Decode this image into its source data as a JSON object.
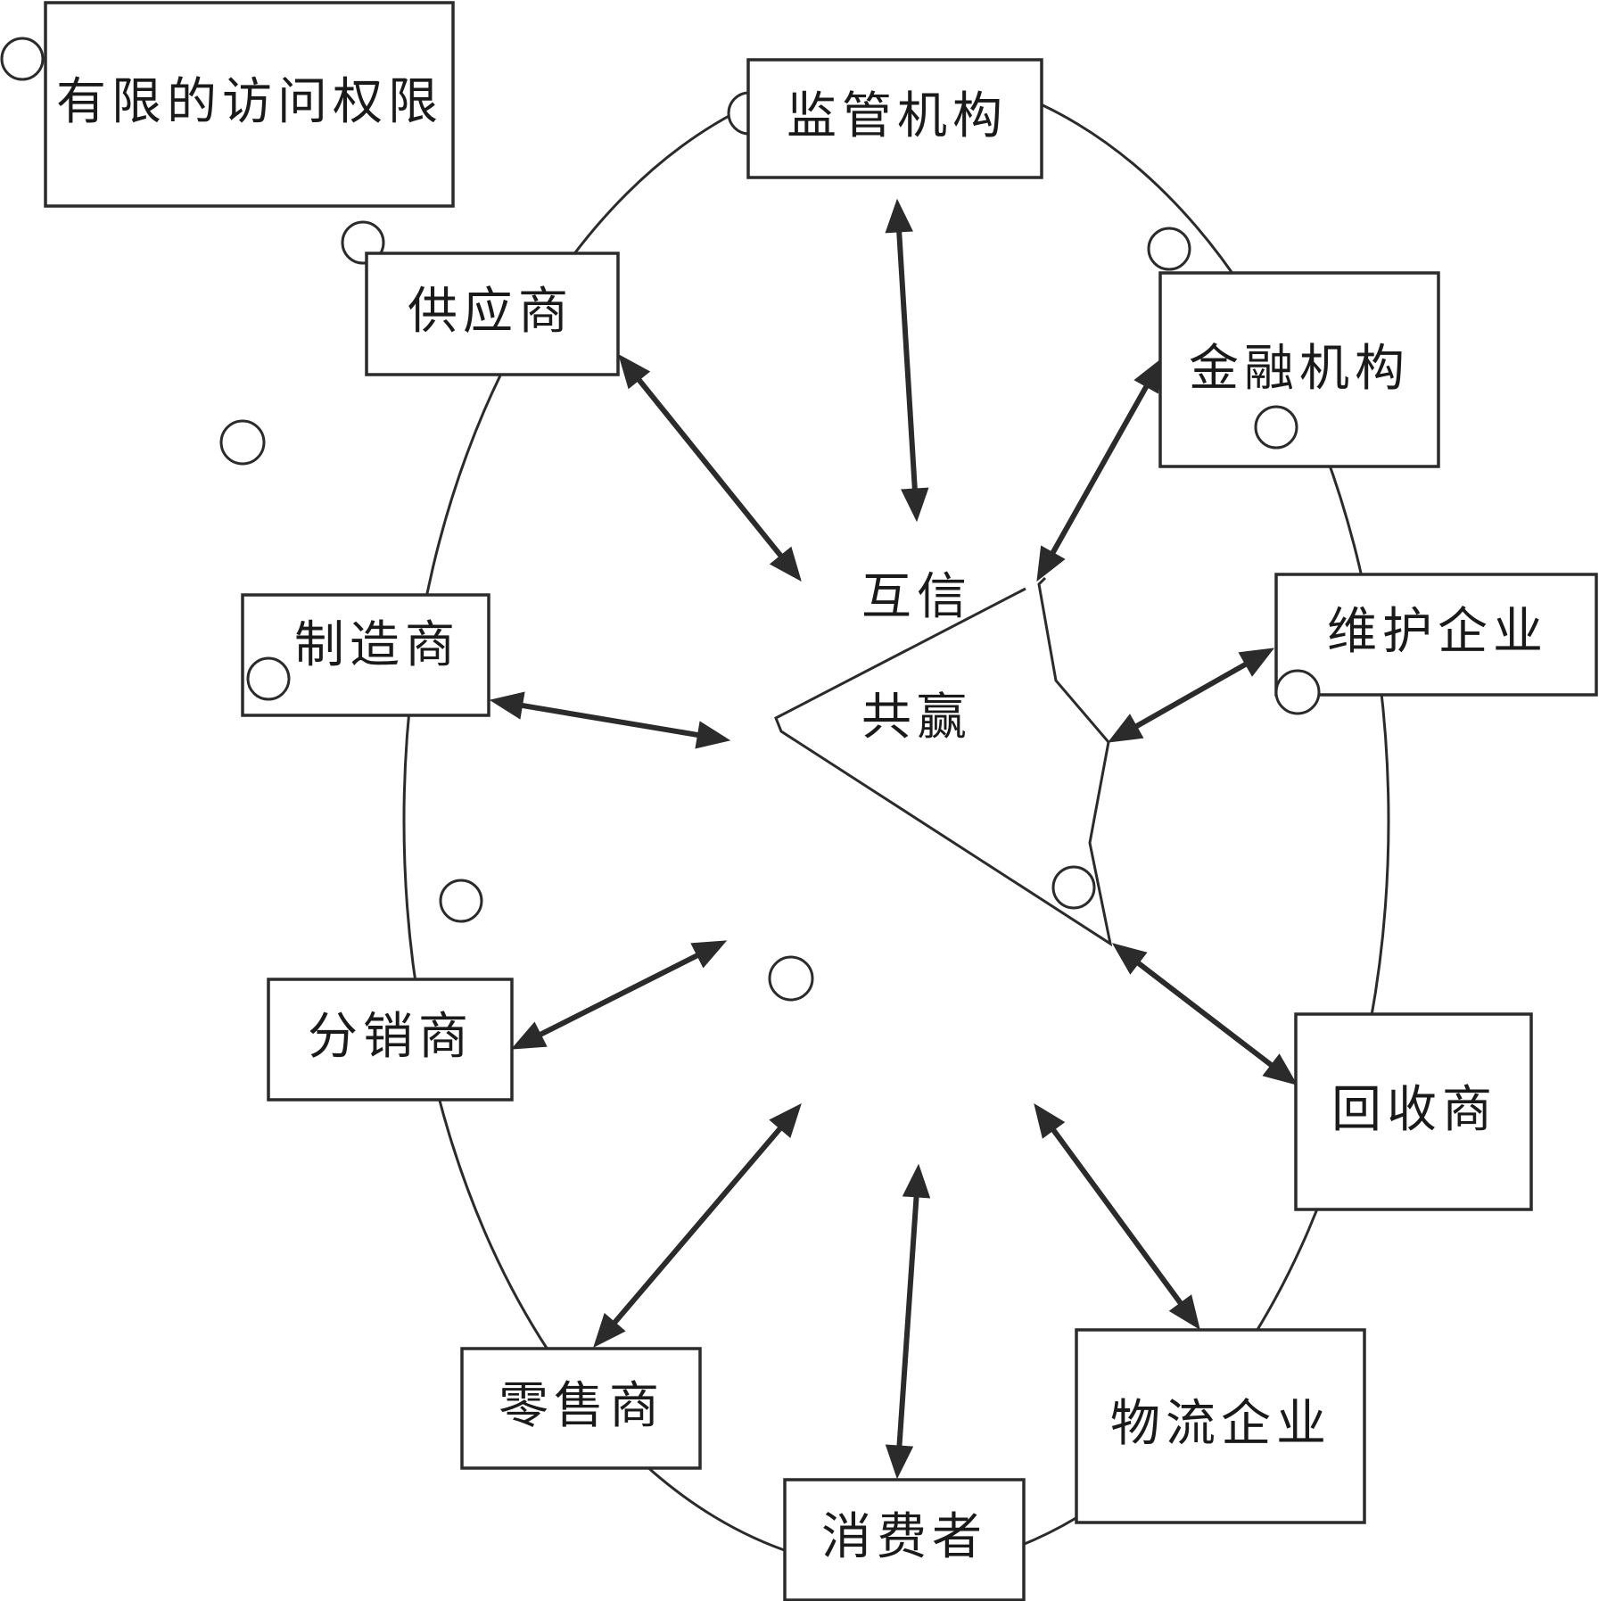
{
  "title": "有限的访问权限",
  "center": {
    "line1": "互信",
    "line2": "共赢"
  },
  "nodes": {
    "regulator": "监管机构",
    "financial": "金融机构",
    "maintenance": "维护企业",
    "recycler": "回收商",
    "logistics": "物流企业",
    "consumer": "消费者",
    "retailer": "零售商",
    "distributor": "分销商",
    "manufacturer": "制造商",
    "supplier": "供应商"
  }
}
